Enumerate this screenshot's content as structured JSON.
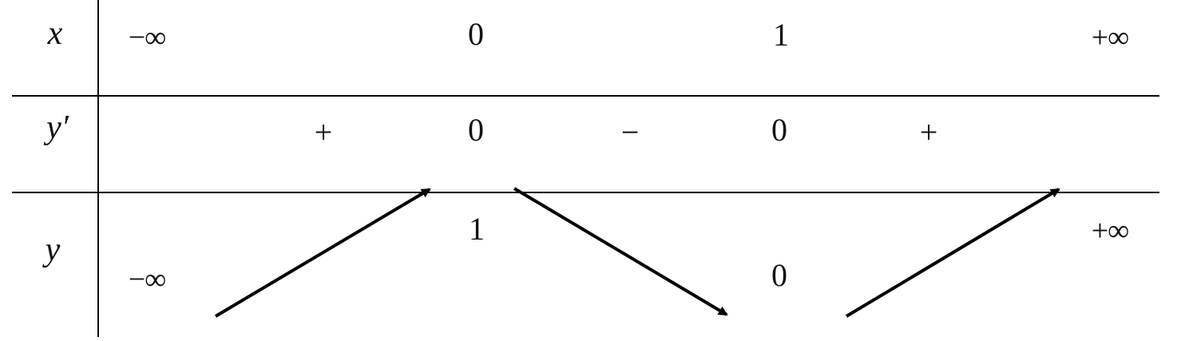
{
  "rows": {
    "x_label": "x",
    "dy_label": "y′",
    "y_label": "y"
  },
  "x_row": {
    "values": [
      "−∞",
      "0",
      "1",
      "+∞"
    ]
  },
  "derivative_row": {
    "signs": [
      "+",
      "−",
      "+"
    ],
    "zeros": [
      "0",
      "0"
    ]
  },
  "y_row": {
    "left_limit": "−∞",
    "local_max": "1",
    "local_min": "0",
    "right_limit": "+∞",
    "arrows": [
      "increasing",
      "decreasing",
      "increasing"
    ]
  }
}
